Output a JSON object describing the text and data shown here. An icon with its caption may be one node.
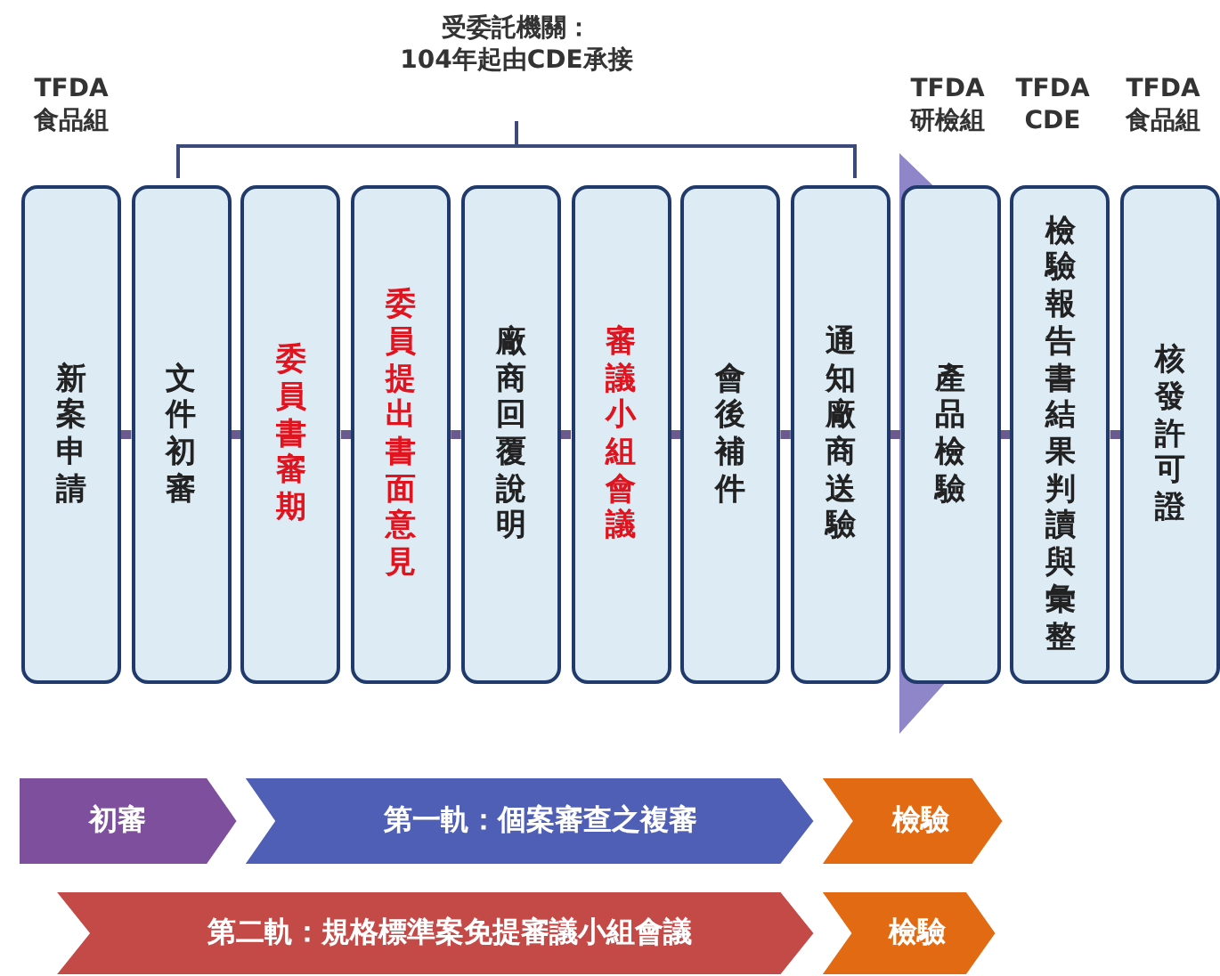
{
  "diagram": {
    "nodes": [
      {
        "text": [
          "新案申請"
        ]
      },
      {
        "text": [
          "文件初審"
        ]
      },
      {
        "text": [
          "委員書審期"
        ]
      },
      {
        "text": [
          "委員提出書面意見"
        ]
      },
      {
        "text": [
          "廠商回覆說明"
        ]
      },
      {
        "text": [
          "審議小組會議"
        ]
      },
      {
        "text": [
          "會後補件"
        ]
      },
      {
        "text": [
          "通知廠商送驗"
        ]
      },
      {
        "text": [
          "產品檢驗"
        ]
      },
      {
        "text": [
          "檢驗報告書結果判讀與彙整"
        ]
      },
      {
        "text": [
          "核發許可證"
        ]
      },
      {
        "text": [
          "初審"
        ]
      },
      {
        "text": [
          "第一軌：個案審查之複審"
        ]
      },
      {
        "text": [
          "檢驗"
        ]
      },
      {
        "text": [
          "第二軌：規格標準案免提審議小組會議"
        ]
      },
      {
        "text": [
          "檢驗"
        ]
      }
    ],
    "edges": [
      {
        "from": 0,
        "to": 1,
        "arrow": "none"
      },
      {
        "from": 1,
        "to": 2,
        "arrow": "none"
      },
      {
        "from": 2,
        "to": 3,
        "arrow": "none"
      },
      {
        "from": 3,
        "to": 4,
        "arrow": "none"
      },
      {
        "from": 4,
        "to": 5,
        "arrow": "none"
      },
      {
        "from": 5,
        "to": 6,
        "arrow": "none"
      },
      {
        "from": 6,
        "to": 7,
        "arrow": "none"
      },
      {
        "from": 7,
        "to": 8,
        "arrow": "none"
      },
      {
        "from": 8,
        "to": 9,
        "arrow": "none"
      },
      {
        "from": 9,
        "to": 10,
        "arrow": "none"
      }
    ],
    "labels": [
      "受委託機關：104年起由CDE承接",
      "TFDA 食品組",
      "TFDA 研檢組",
      "TFDA CDE",
      "TFDA 食品組"
    ]
  }
}
